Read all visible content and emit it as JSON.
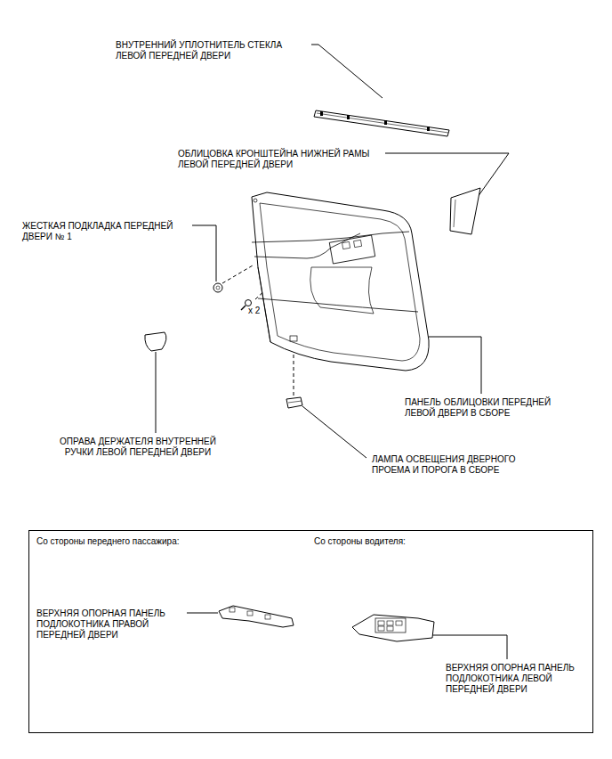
{
  "diagram": {
    "nodes": [
      {
        "text": [
          "Со стороны переднего пассажира:",
          "ВЕРХНЯЯ ОПОРНАЯ ПАНЕЛЬ ПОДЛОКОТНИКА ПРАВОЙ ПЕРЕДНЕЙ ДВЕРИ",
          "Со стороны водителя:",
          "ВЕРХНЯЯ ОПОРНАЯ ПАНЕЛЬ ПОДЛОКОТНИКА ЛЕВОЙ ПЕРЕДНЕЙ ДВЕРИ"
        ]
      }
    ],
    "labels": [
      "ВНУТРЕННИЙ УПЛОТНИТЕЛЬ СТЕКЛА ЛЕВОЙ ПЕРЕДНЕЙ ДВЕРИ",
      "ОБЛИЦОВКА КРОНШТЕЙНА НИЖНЕЙ РАМЫ ЛЕВОЙ ПЕРЕДНЕЙ ДВЕРИ",
      "ЖЕСТКАЯ ПОДКЛАДКА ПЕРЕДНЕЙ ДВЕРИ № 1",
      "x 2",
      "ПАНЕЛЬ ОБЛИЦОВКИ ПЕРЕДНЕЙ ЛЕВОЙ ДВЕРИ В СБОРЕ",
      "ОПРАВА ДЕРЖАТЕЛЯ ВНУТРЕННЕЙ РУЧКИ ЛЕВОЙ ПЕРЕДНЕЙ ДВЕРИ",
      "ЛАМПА ОСВЕЩЕНИЯ ДВЕРНОГО ПРОЕМА И ПОРОГА В СБОРЕ"
    ]
  }
}
